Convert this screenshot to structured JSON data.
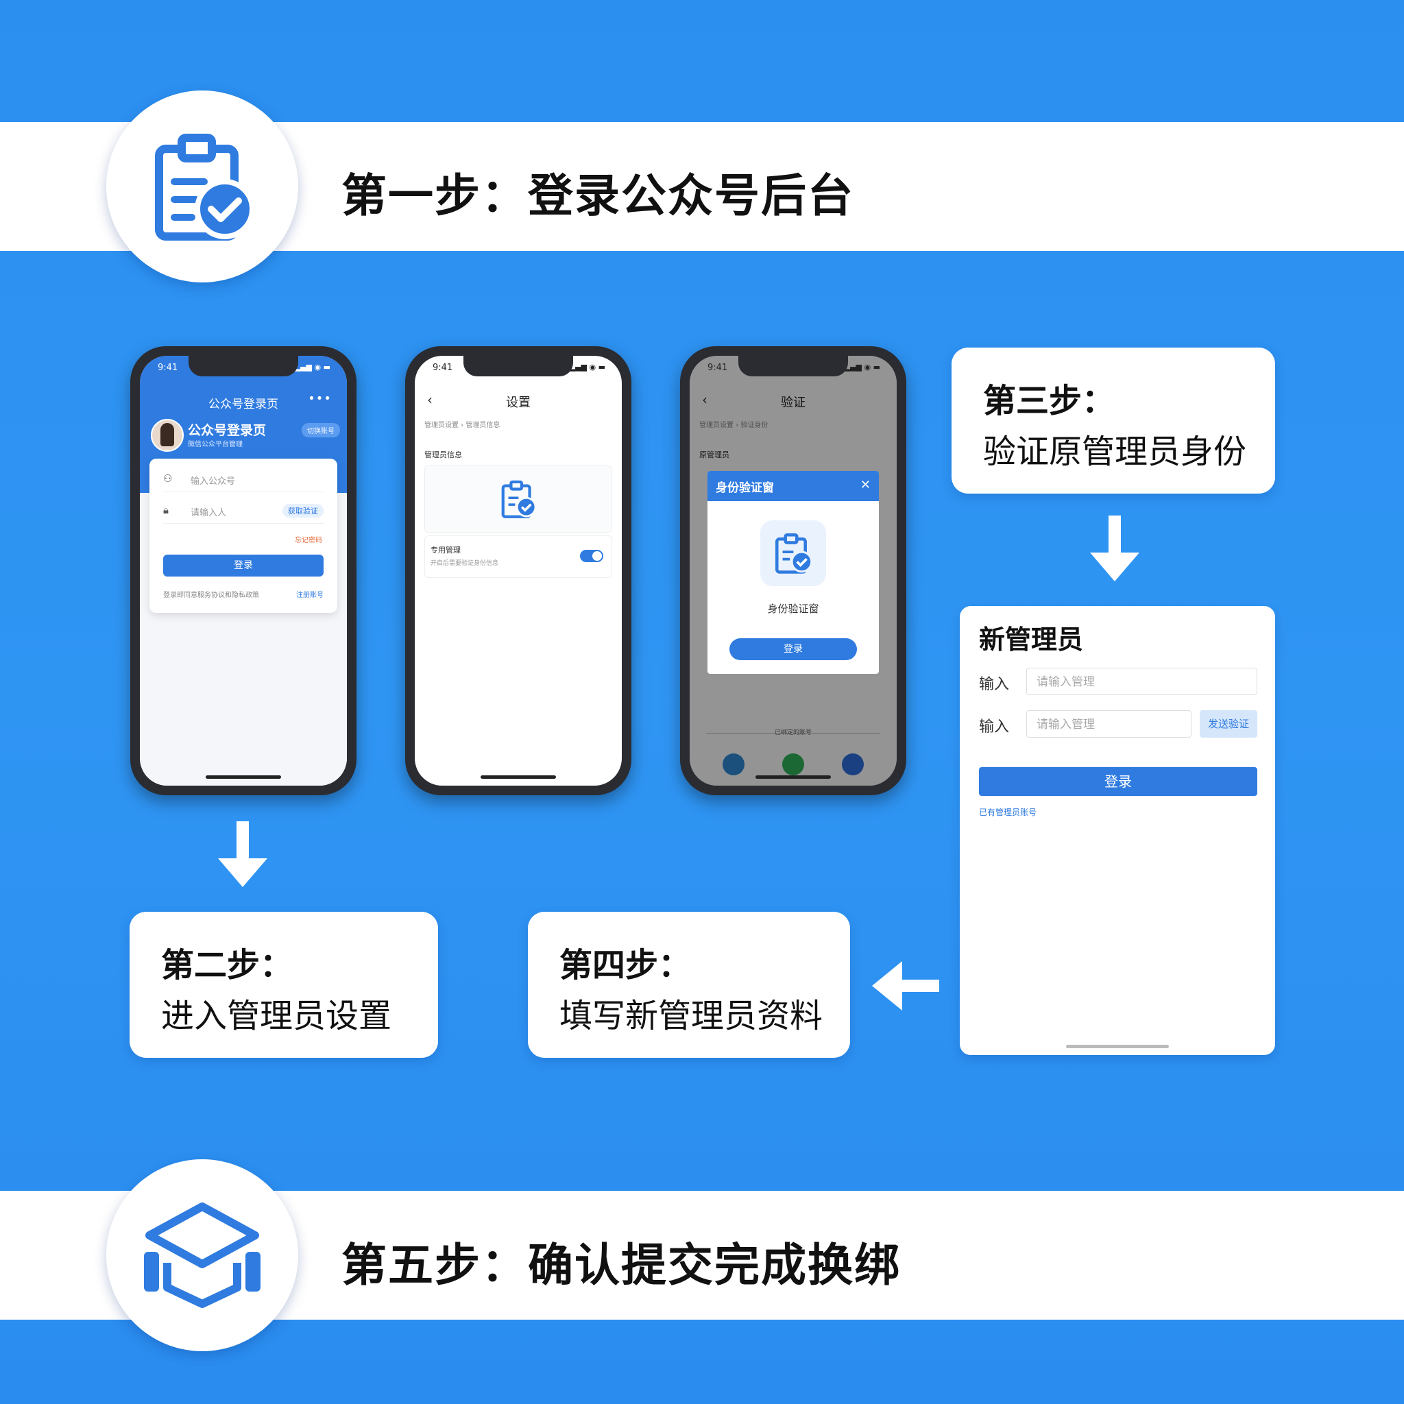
{
  "banner_top": {
    "title": "第一步：登录公众号后台",
    "icon": "clipboard-check-icon"
  },
  "banner_bottom": {
    "title": "第五步：确认提交完成换绑",
    "icon": "box-3d-icon"
  },
  "phone1": {
    "time": "9:41",
    "title": "公众号登录页",
    "name": "公众号登录页",
    "subtitle": "微信公众平台管理",
    "badge": "切换账号",
    "account_placeholder": "输入公众号",
    "password_placeholder": "请输入人",
    "get_code": "获取验证",
    "forgot": "忘记密码",
    "login": "登录",
    "footer_left": "登录即同意服务协议和隐私政策",
    "footer_right": "注册账号"
  },
  "phone2": {
    "time": "9:41",
    "title": "设置",
    "crumb": "管理员设置 › 管理员信息",
    "section": "管理员信息",
    "row_title": "专用管理",
    "row_sub": "开启后需要验证身份信息"
  },
  "phone3": {
    "time": "9:41",
    "title": "验证",
    "crumb": "管理员设置 › 验证身份",
    "section": "原管理员",
    "modal_title": "身份验证窗",
    "modal_text": "身份验证窗",
    "modal_button": "登录",
    "divider": "已绑定的账号"
  },
  "step2": {
    "heading": "第二步：",
    "text": "进入管理员设置"
  },
  "step3": {
    "heading": "第三步：",
    "text": "验证原管理员身份"
  },
  "step4": {
    "heading": "第四步：",
    "text": "填写新管理员资料"
  },
  "panel": {
    "title": "新管理员",
    "label1": "输入",
    "placeholder1": "请输入管理",
    "label2": "输入",
    "placeholder2": "请输入管理",
    "code_button": "发送验证",
    "login": "登录",
    "note": "已有管理员账号"
  },
  "colors": {
    "brand_blue": "#2f7be0",
    "background": "#2f95f3"
  }
}
